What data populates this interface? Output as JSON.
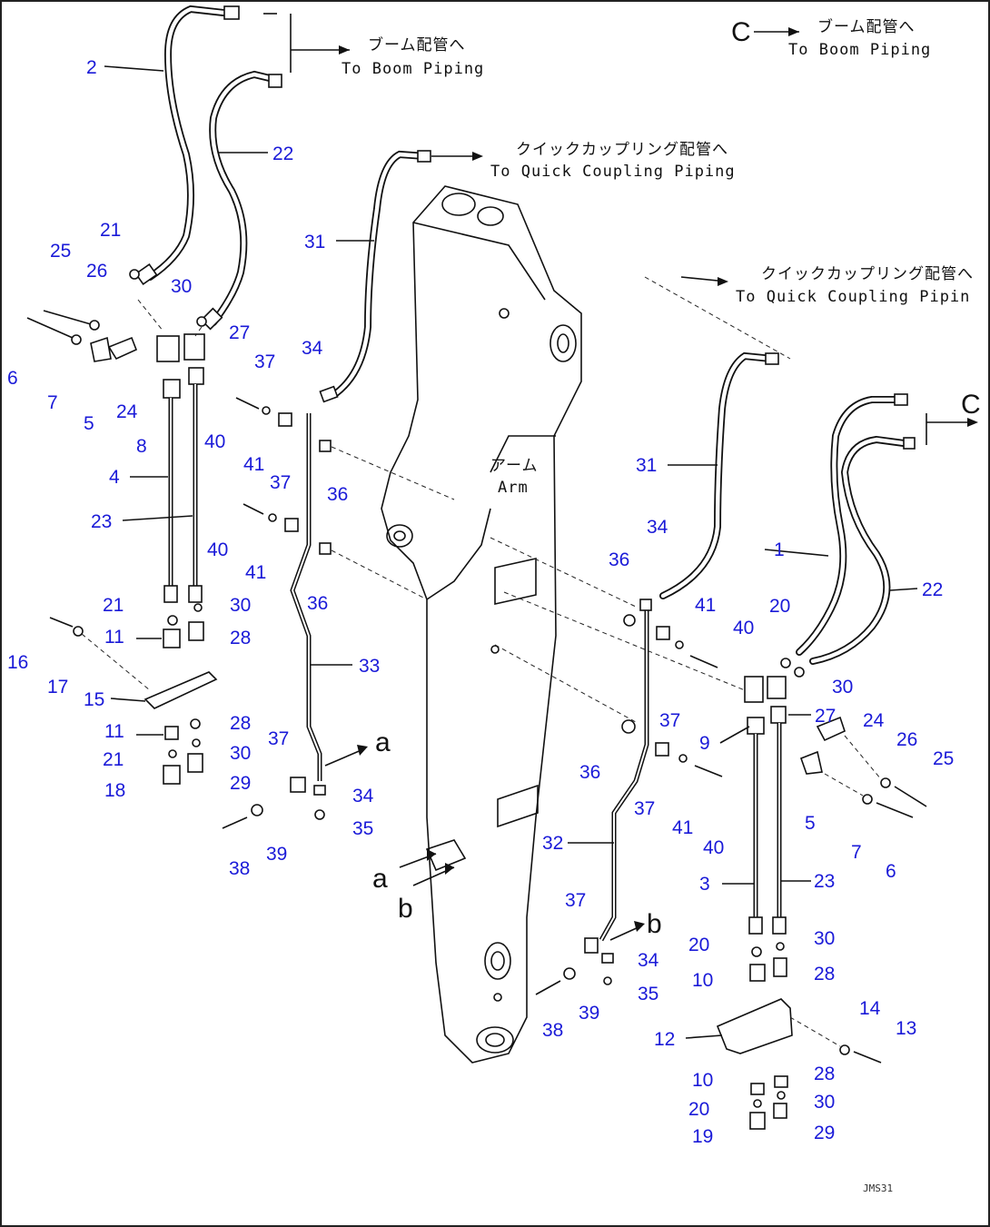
{
  "notes": {
    "to_boom_left_jp": "ブーム配管へ",
    "to_boom_left_en": "To Boom Piping",
    "to_boom_right_jp": "ブーム配管へ",
    "to_boom_right_en": "To Boom Piping",
    "to_qc_top_jp": "クイックカップリング配管へ",
    "to_qc_top_en": "To Quick Coupling Piping",
    "to_qc_right_jp": "クイックカップリング配管へ",
    "to_qc_right_en": "To Quick Coupling Pipin",
    "arm_jp": "アーム",
    "arm_en": "Arm",
    "drawing_code": "JMS31"
  },
  "letters": {
    "c": "C",
    "a": "a",
    "b": "b"
  },
  "labels": {
    "l2": "2",
    "l22a": "22",
    "l31a": "31",
    "l21a": "21",
    "l25a": "25",
    "l26a": "26",
    "l30a": "30",
    "l27a": "27",
    "l6a": "6",
    "l7a": "7",
    "l5a": "5",
    "l24a": "24",
    "l8": "8",
    "l4": "4",
    "l23a": "23",
    "l21b": "21",
    "l30b": "30",
    "l11a": "11",
    "l28a": "28",
    "l16": "16",
    "l17": "17",
    "l15": "15",
    "l11b": "11",
    "l28b": "28",
    "l21c": "21",
    "l30c": "30",
    "l18": "18",
    "l29a": "29",
    "l37a": "37",
    "l34a": "34",
    "l40a": "40",
    "l41a": "41",
    "l36a": "36",
    "l37b": "37",
    "l40b": "40",
    "l41b": "41",
    "l36b": "36",
    "l33": "33",
    "l37c": "37",
    "l34b": "34",
    "l35a": "35",
    "l38a": "38",
    "l39a": "39",
    "l31b": "31",
    "l34c": "34",
    "l36c": "36",
    "l41c": "41",
    "l40c": "40",
    "l37d": "37",
    "l36d": "36",
    "l37e": "37",
    "l41d": "41",
    "l40d": "40",
    "l32": "32",
    "l37f": "37",
    "l34d": "34",
    "l35b": "35",
    "l38b": "38",
    "l39b": "39",
    "l1": "1",
    "l22b": "22",
    "l20a": "20",
    "l30d": "30",
    "l9": "9",
    "l27b": "27",
    "l24b": "24",
    "l26b": "26",
    "l25b": "25",
    "l5b": "5",
    "l7b": "7",
    "l6b": "6",
    "l3": "3",
    "l23b": "23",
    "l20b": "20",
    "l30e": "30",
    "l10a": "10",
    "l28c": "28",
    "l14": "14",
    "l13": "13",
    "l12": "12",
    "l10b": "10",
    "l28d": "28",
    "l20c": "20",
    "l30f": "30",
    "l19": "19",
    "l29b": "29"
  }
}
